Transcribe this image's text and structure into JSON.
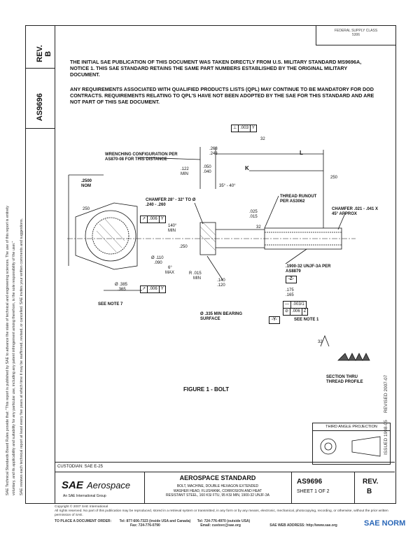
{
  "header": {
    "rev_label": "REV.",
    "rev_value": "B",
    "doc_number_side": "AS9696",
    "top_right_line1": "FEDERAL SUPPLY CLASS",
    "top_right_line2": "5306"
  },
  "notices": {
    "p1": "THE INITIAL SAE PUBLICATION OF THIS DOCUMENT WAS TAKEN DIRECTLY FROM U.S. MILITARY STANDARD MS9696A, NOTICE 1. THIS SAE STANDARD RETAINS THE SAME PART NUMBERS ESTABLISHED BY THE ORIGINAL MILITARY DOCUMENT.",
    "p2": "ANY REQUIREMENTS ASSOCIATED WITH QUALIFIED PRODUCTS LISTS (QPL) MAY CONTINUE TO BE MANDATORY FOR DOD CONTRACTS. REQUIREMENTS RELATING TO QPL'S HAVE NOT BEEN ADOPTED BY THE SAE FOR THIS STANDARD AND ARE NOT PART OF THIS SAE DOCUMENT."
  },
  "drawing": {
    "fcf_top": [
      ".003",
      "Y"
    ],
    "finish_top": "32",
    "wrench_note": "WRENCHING CONFIGURATION PER AS870-08 FOR THIS DISTANCE",
    "d_122": ".122",
    "d_min": "MIN",
    "d_268": ".268",
    "d_248": ".248",
    "d_L": "L",
    "d_050": ".050",
    "d_040": ".040",
    "d_K": "K",
    "d_250": "250",
    "d_2500": ".2500",
    "d_nom": "NOM",
    "d_angle": "35° - 40°",
    "thread_runout": "THREAD RUNOUT PER AS3062",
    "chamfer1": "CHAMFER 28° - 32° TO Ø .240 - .260",
    "d_250b": "250",
    "fcf_mid": [
      ".006",
      "Y"
    ],
    "d_025": ".025",
    "d_015": ".015",
    "d_32b": "32",
    "chamfer2": "CHAMFER .021 - .041 X 45° APPROX",
    "d_140deg": "140°",
    "d_min2": "MIN",
    "d_250c": ".250",
    "d_110": "Ø .110",
    "d_090": ".090",
    "d_6deg": "6°",
    "d_max": "MAX",
    "d_r015": "R .015",
    "d_min3": "MIN",
    "d_140": ".140",
    "d_120": ".120",
    "thread_spec": ".1900-32 UNJF-3A PER AS8879",
    "datum_z": "-Z-",
    "d_385": "Ø .385",
    "d_365": ".365",
    "fcf_low": [
      ".006",
      "Y"
    ],
    "d_175": ".175",
    "d_165": ".165",
    "fcf_stack1": [
      ".003/1"
    ],
    "fcf_stack2": [
      ".006",
      "Z"
    ],
    "datum_y": "-Y-",
    "see_note1": "SEE NOTE 1",
    "see_note7": "SEE NOTE 7",
    "bearing": "Ø .335 MIN BEARING SURFACE",
    "finish_32c": "32",
    "section_note": "SECTION THRU THREAD PROFILE",
    "figure_caption": "FIGURE 1 - BOLT"
  },
  "side_right": {
    "revised": "REVISED 2007-07",
    "issued": "ISSUED 1998-05"
  },
  "projection": {
    "label": "THIRD ANGLE PROJECTION"
  },
  "title_block": {
    "custodian": "CUSTODIAN: SAE E-25",
    "logo_sae": "SAE",
    "logo_aero": "Aerospace",
    "logo_sub": "An SAE International Group",
    "std_title": "AEROSPACE STANDARD",
    "desc_line1": "BOLT, MACHINE, DOUBLE HEXAGON EXTENDED",
    "desc_line2": "WASHER HEAD, FLUSHANK, CORROSION AND HEAT",
    "desc_line3": "RESISTANT STEEL, 160 KSI FTU, 95 KSI MIN, 1900-32 UNJF-3A",
    "doc_number": "AS9696",
    "sheet": "SHEET 1 OF 2",
    "rev_label": "REV.",
    "rev_value": "B"
  },
  "footer": {
    "copyright": "Copyright © 2007 SAE International",
    "rights": "All rights reserved. No part of this publication may be reproduced, stored in a retrieval system or transmitted, in any form or by any means, electronic, mechanical, photocopying, recording, or otherwise, without the prior written permission of SAE.",
    "order_label": "TO PLACE A DOCUMENT ORDER:",
    "tel1": "Tel: 877-606-7323 (inside USA and Canada)",
    "tel2": "Tel: 724-776-4970 (outside USA)",
    "fax": "Fax: 724-776-0790",
    "email": "Email: custsvc@sae.org",
    "web": "SAE WEB ADDRESS: http://www.sae.org",
    "watermark": "SAE NORM"
  },
  "side_left": {
    "line1": "SAE Technical Standards Board Rules provide that: \"This report is published by SAE to advance the state of technical and engineering sciences. The use of this report is entirely",
    "line2": "voluntary, and its applicability and suitability for any particular use, including any patent infringement arising therefrom, is the sole responsibility of the user.\"",
    "line3": "SAE reviews each technical report at least every five years at which time it may be reaffirmed, revised, or cancelled. SAE invites your written comments and suggestions."
  }
}
